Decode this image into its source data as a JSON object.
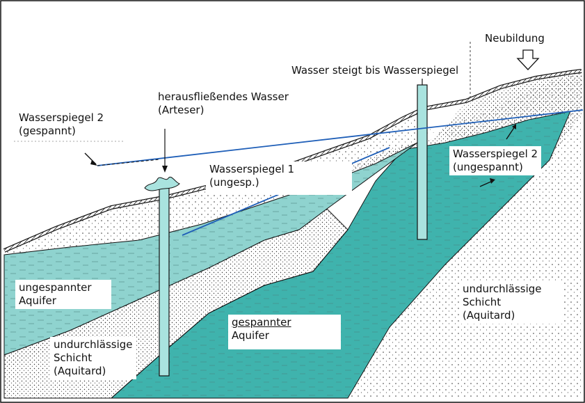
{
  "labels": {
    "neubildung": "Neubildung",
    "wasser_steigt": "Wasser steigt bis Wasserspiegel",
    "herausfliessend_line1": "herausfließendes Wasser",
    "herausfliessend_line2": "(Arteser)",
    "ws2_gespannt_line1": "Wasserspiegel 2",
    "ws2_gespannt_line2": "(gespannt)",
    "ws1_line1": "Wasserspiegel 1",
    "ws1_line2": "(ungesp.)",
    "ws2_ungespannt_line1": "Wasserspiegel 2",
    "ws2_ungespannt_line2": "(ungespannt)",
    "ungespannter_line1": "ungespannter",
    "ungespannter_line2": "Aquifer",
    "gespannter_line1": "gespannter",
    "gespannter_line2": "Aquifer",
    "aquitard_left_line1": "undurchlässige",
    "aquitard_left_line2": "Schicht",
    "aquitard_left_line3": "(Aquitard)",
    "aquitard_right_line1": "undurchlässige",
    "aquitard_right_line2": "Schicht",
    "aquitard_right_line3": "(Aquitard)"
  },
  "colors": {
    "water_level_line": "#1f5fb8",
    "unconfined_aquifer": "#8fd3cf",
    "confined_aquifer": "#3fb3ad",
    "well": "#a9e3df",
    "outline": "#111111"
  }
}
